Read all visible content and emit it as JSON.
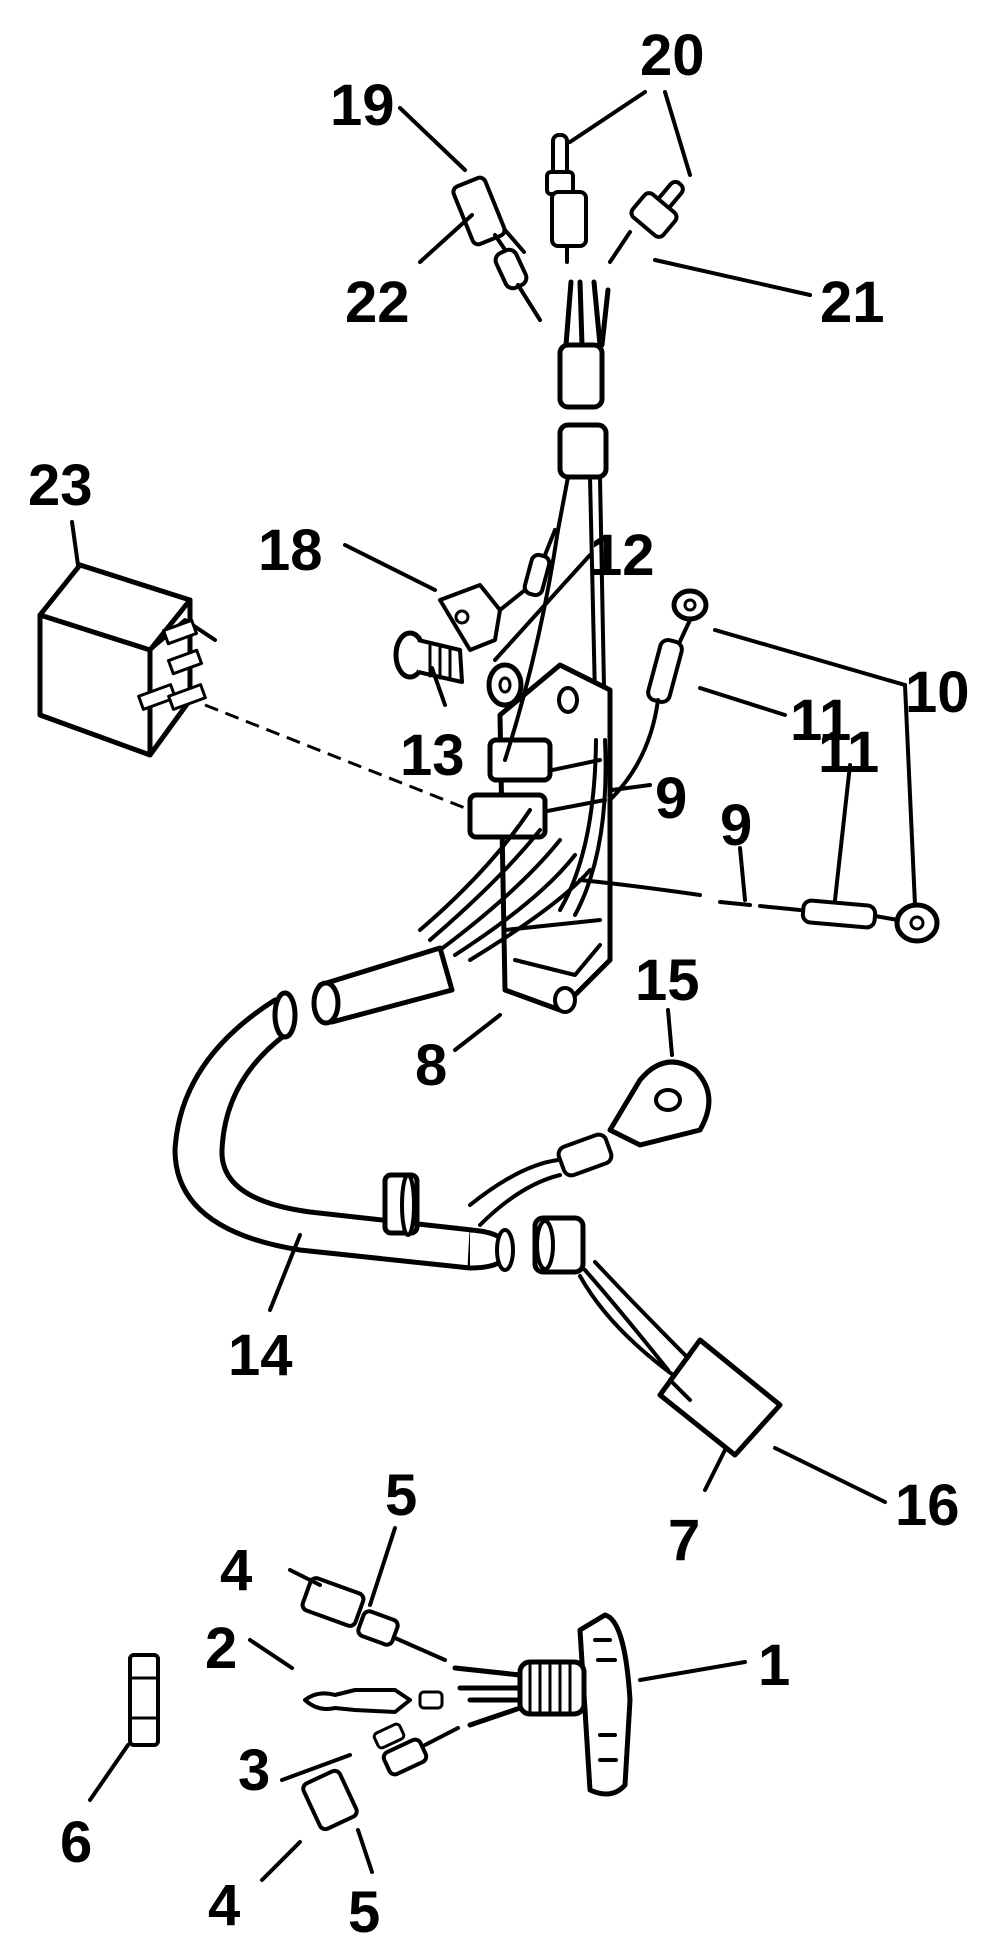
{
  "diagram": {
    "colors": {
      "ink": "#000000",
      "paper": "#ffffff"
    },
    "callouts": {
      "c1": "1",
      "c2": "2",
      "c3": "3",
      "c4a": "4",
      "c4b": "4",
      "c5a": "5",
      "c5b": "5",
      "c6": "6",
      "c7": "7",
      "c8": "8",
      "c9a": "9",
      "c9b": "9",
      "c10": "10",
      "c11a": "11",
      "c11b": "11",
      "c12": "12",
      "c13": "13",
      "c14": "14",
      "c15": "15",
      "c16": "16",
      "c18": "18",
      "c19": "19",
      "c20": "20",
      "c21": "21",
      "c22": "22",
      "c23": "23"
    }
  }
}
